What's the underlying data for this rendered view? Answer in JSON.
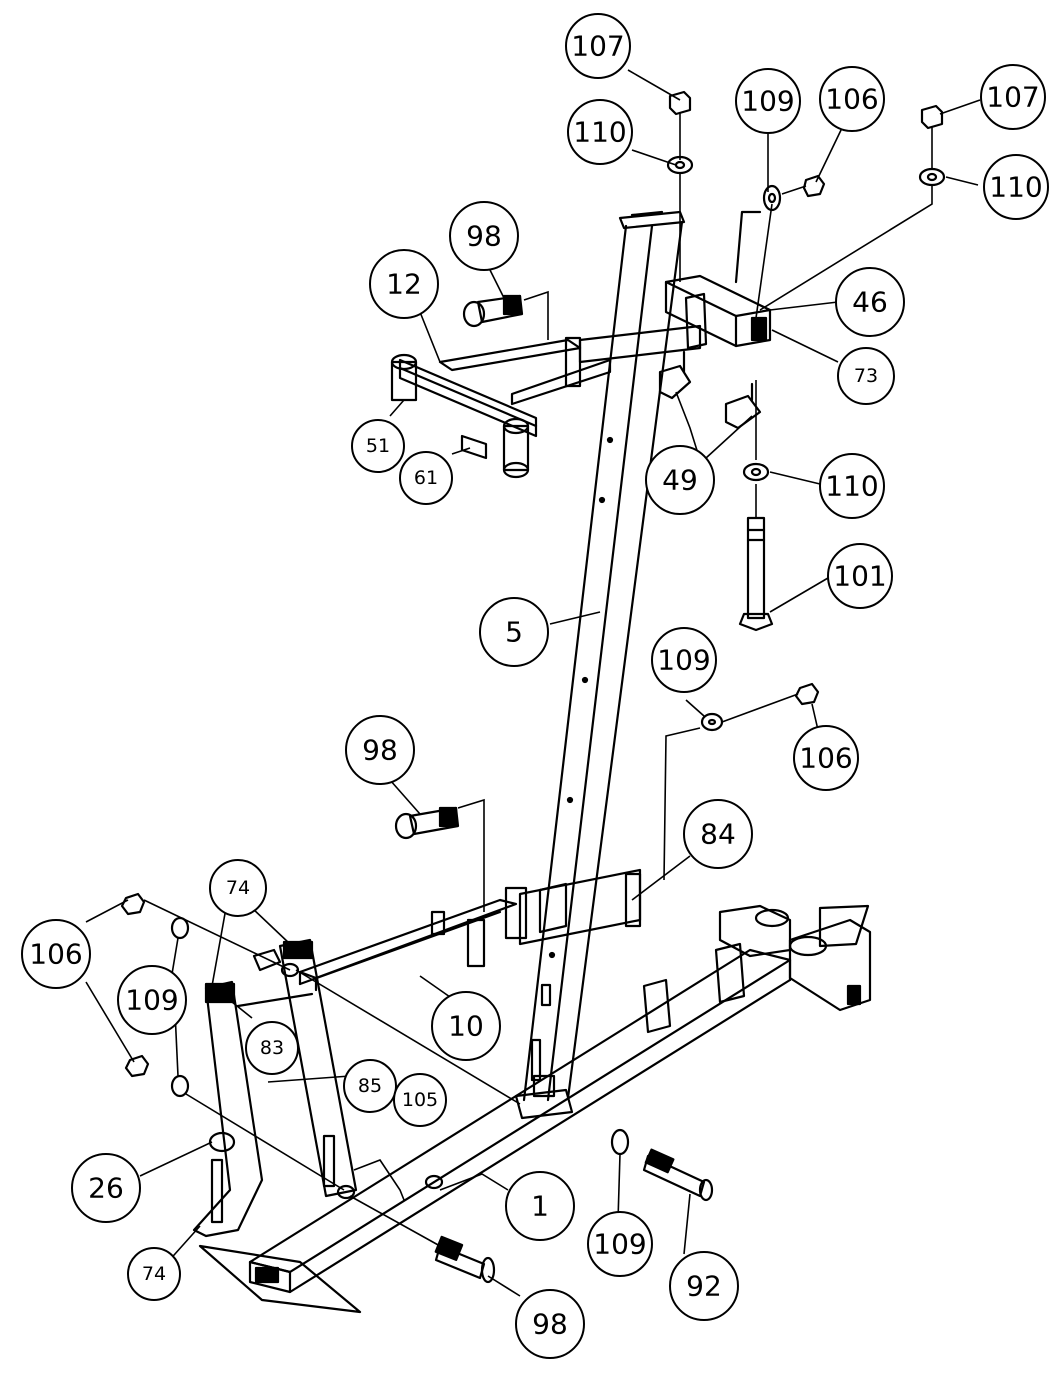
{
  "callouts": [
    {
      "id": "c107a",
      "label": "107"
    },
    {
      "id": "c110a",
      "label": "110"
    },
    {
      "id": "c109a",
      "label": "109"
    },
    {
      "id": "c106a",
      "label": "106"
    },
    {
      "id": "c107b",
      "label": "107"
    },
    {
      "id": "c110b",
      "label": "110"
    },
    {
      "id": "c98a",
      "label": "98"
    },
    {
      "id": "c12",
      "label": "12"
    },
    {
      "id": "c46",
      "label": "46"
    },
    {
      "id": "c73",
      "label": "73"
    },
    {
      "id": "c51",
      "label": "51"
    },
    {
      "id": "c61",
      "label": "61"
    },
    {
      "id": "c49",
      "label": "49"
    },
    {
      "id": "c110c",
      "label": "110"
    },
    {
      "id": "c101",
      "label": "101"
    },
    {
      "id": "c5",
      "label": "5"
    },
    {
      "id": "c109b",
      "label": "109"
    },
    {
      "id": "c106b",
      "label": "106"
    },
    {
      "id": "c98b",
      "label": "98"
    },
    {
      "id": "c84",
      "label": "84"
    },
    {
      "id": "c74a",
      "label": "74"
    },
    {
      "id": "c106c",
      "label": "106"
    },
    {
      "id": "c109c",
      "label": "109"
    },
    {
      "id": "c10",
      "label": "10"
    },
    {
      "id": "c83",
      "label": "83"
    },
    {
      "id": "c85",
      "label": "85"
    },
    {
      "id": "c105",
      "label": "105"
    },
    {
      "id": "c26",
      "label": "26"
    },
    {
      "id": "c1",
      "label": "1"
    },
    {
      "id": "c109d",
      "label": "109"
    },
    {
      "id": "c92",
      "label": "92"
    },
    {
      "id": "c74b",
      "label": "74"
    },
    {
      "id": "c98c",
      "label": "98"
    }
  ]
}
